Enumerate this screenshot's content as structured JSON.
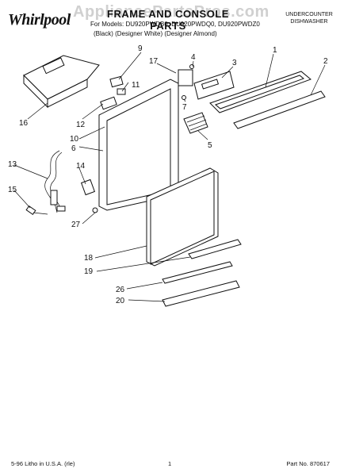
{
  "header": {
    "brand": "Whirlpool",
    "title": "FRAME AND CONSOLE PARTS",
    "models": "For Models: DU920PWDB0, DU920PWDQ0, DU920PWDZ0",
    "colors": "(Black)    (Designer White) (Designer Almond)",
    "product_line1": "UNDERCOUNTER",
    "product_line2": "DISHWASHER",
    "watermark": "AppliancePartsPros.com"
  },
  "callouts": [
    "1",
    "2",
    "3",
    "4",
    "5",
    "6",
    "7",
    "9",
    "10",
    "11",
    "12",
    "13",
    "14",
    "15",
    "16",
    "17",
    "18",
    "19",
    "20",
    "26",
    "27"
  ],
  "footer": {
    "litho": "5-96 Litho in U.S.A. (rle)",
    "page": "1",
    "part_no": "Part No. 870617"
  }
}
